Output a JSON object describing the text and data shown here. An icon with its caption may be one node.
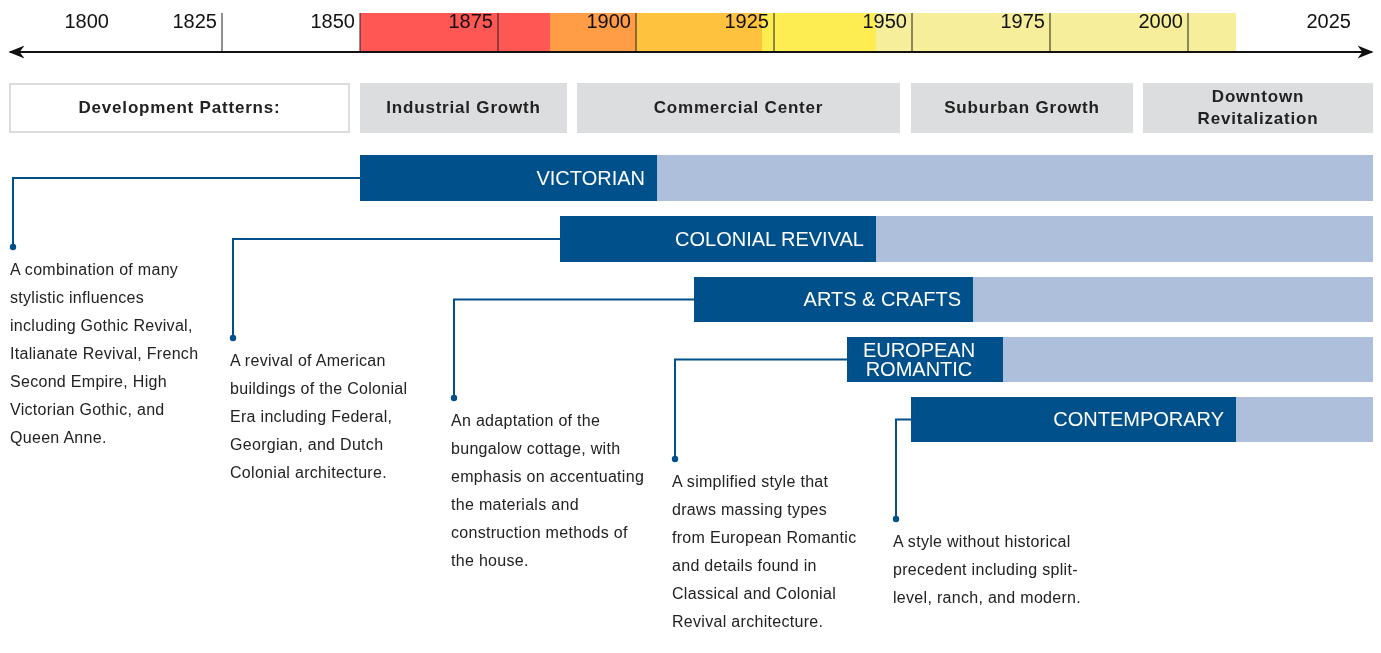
{
  "diagram": {
    "nodes": [
      {
        "text": [
          "Development Patterns:"
        ]
      },
      {
        "text": [
          "Industrial Growth"
        ]
      },
      {
        "text": [
          "Commercial Center"
        ]
      },
      {
        "text": [
          "Suburban Growth"
        ]
      },
      {
        "text": [
          "Downtown Revitalization"
        ]
      },
      {
        "text": [
          "VICTORIAN"
        ]
      },
      {
        "text": [
          "COLONIAL REVIVAL"
        ]
      },
      {
        "text": [
          "ARTS & CRAFTS"
        ]
      },
      {
        "text": [
          "EUROPEAN ROMANTIC"
        ]
      },
      {
        "text": [
          "CONTEMPORARY"
        ]
      },
      {
        "text": [
          "A combination of many stylistic influences including Gothic Revival, Italianate Revival, French Second Empire, High Victorian Gothic, and Queen Anne."
        ]
      },
      {
        "text": [
          "A revival of American buildings of the Colonial Era including Federal, Georgian, and Dutch Colonial architecture."
        ]
      },
      {
        "text": [
          "An adaptation of the bungalow cottage, with emphasis on accentuating the materials and construction methods of the house."
        ]
      },
      {
        "text": [
          "A simplified style that draws massing types from European Romantic and details found in Classical and Colonial Revival architecture."
        ]
      },
      {
        "text": [
          "A style without historical precedent including split-level, ranch, and modern."
        ]
      }
    ],
    "edges": [
      {
        "from": 10,
        "to": 5,
        "arrow": "other"
      },
      {
        "from": 11,
        "to": 6,
        "arrow": "other"
      },
      {
        "from": 12,
        "to": 7,
        "arrow": "other"
      },
      {
        "from": 13,
        "to": 8,
        "arrow": "other"
      },
      {
        "from": 14,
        "to": 9,
        "arrow": "other"
      }
    ],
    "labels": [
      "1800",
      "1825",
      "1850",
      "1875",
      "1900",
      "1925",
      "1950",
      "1975",
      "2000",
      "2025"
    ]
  }
}
